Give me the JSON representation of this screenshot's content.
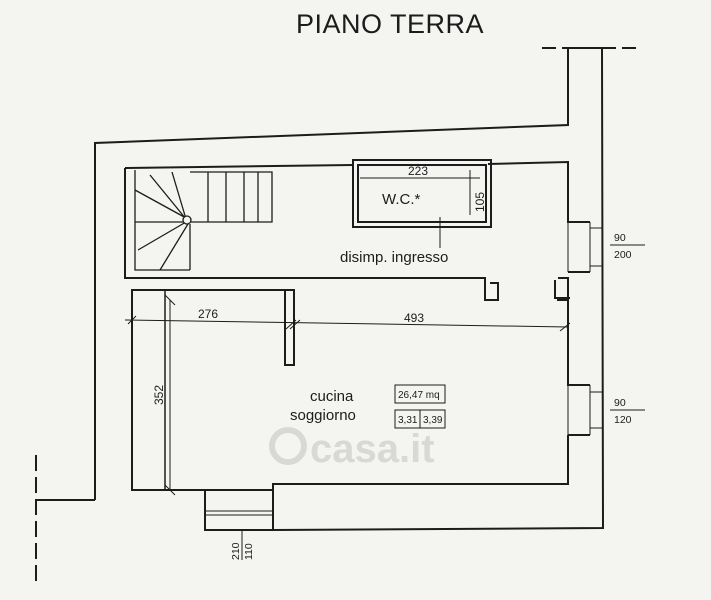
{
  "title": "PIANO TERRA",
  "rooms": {
    "wc": "W.C.*",
    "hall": "disimp. ingresso",
    "kitchen_line1": "cucina",
    "kitchen_line2": "soggiorno"
  },
  "area_box": {
    "area": "26,47 mq",
    "height_left": "3,31",
    "height_right": "3,39"
  },
  "dimensions": {
    "wc_width": "223",
    "wc_depth": "105",
    "width_left": "276",
    "width_right": "493",
    "depth": "352",
    "window_top_width": "90",
    "window_top_height": "200",
    "window_mid_width": "90",
    "window_mid_height": "120",
    "door_bottom_height": "210",
    "door_bottom_width": "110"
  },
  "watermark": "casa.it",
  "colors": {
    "line": "#1c1c1c",
    "paper": "#f4f4f1",
    "watermark": "#d8d8d4"
  }
}
